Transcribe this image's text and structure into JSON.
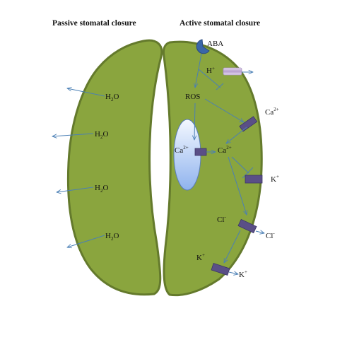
{
  "headers": {
    "passive": "Passive stomatal closure",
    "active": "Active stomatal closure"
  },
  "water": {
    "h": "H",
    "sub": "2",
    "o": "O"
  },
  "labels": {
    "aba": "ABA",
    "h_ion": "H",
    "h_sup": "+",
    "ros": "ROS",
    "ca": "Ca",
    "ca_sup": "2+",
    "k": "K",
    "k_sup": "+",
    "cl": "Cl",
    "cl_sup": "-"
  },
  "colors": {
    "cell_fill": "#8aa53e",
    "cell_stroke": "#647a2c",
    "arrow": "#4a7fb5",
    "channel": "#5a4f86",
    "vacuole_top": "#f4f8ff",
    "vacuole_bottom": "#8fb3ee",
    "pump": "#c9b3dc"
  }
}
